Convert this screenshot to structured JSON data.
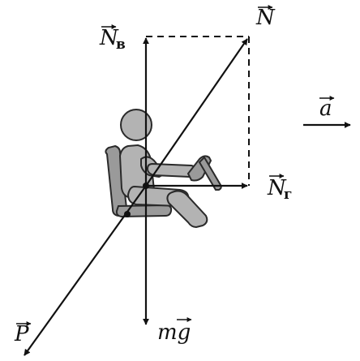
{
  "diagram": {
    "vectors": {
      "N": {
        "letter": "N"
      },
      "Nv": {
        "letter": "N",
        "subscript": "в"
      },
      "Ng": {
        "letter": "N",
        "subscript": "г"
      },
      "a": {
        "letter": "a"
      },
      "P": {
        "letter": "P"
      },
      "mg": {
        "letter": "mg"
      }
    },
    "colors": {
      "stroke": "#111111",
      "figure_fill": "#b3b3b3",
      "figure_stroke": "#2a2a2a",
      "seat_fill": "#9a9a9a",
      "background": "#ffffff"
    }
  }
}
